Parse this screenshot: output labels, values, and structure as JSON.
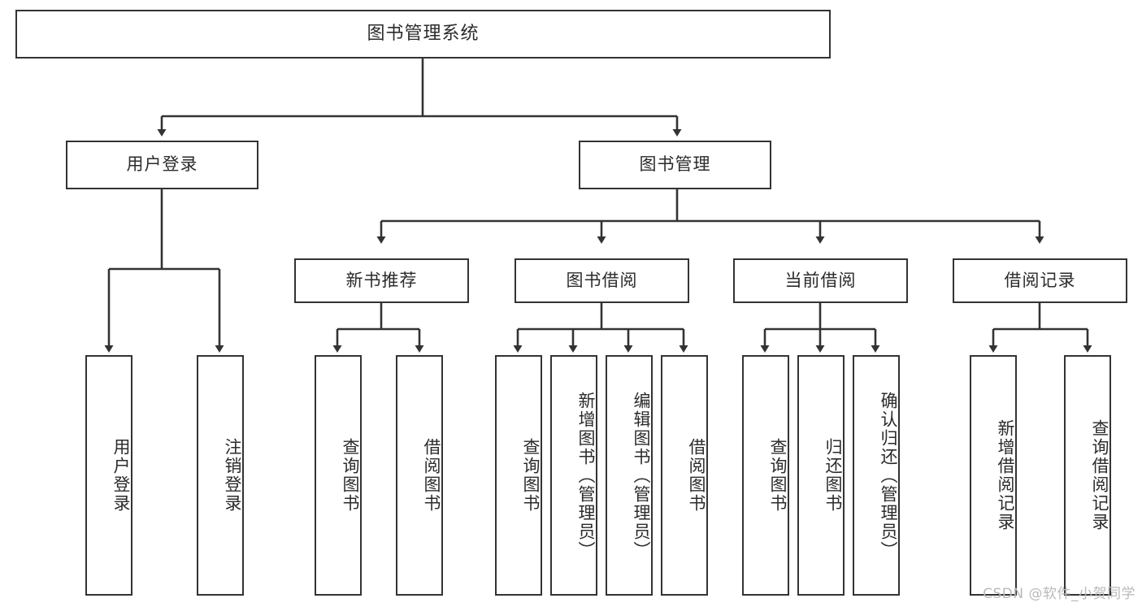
{
  "diagram": {
    "title": "图书管理系统",
    "watermark": "CSDN @软件_小贺同学",
    "stroke_color": "#333333",
    "text_color": "#2b2b2b",
    "background_color": "#ffffff",
    "watermark_color": "#b9b9b9"
  },
  "chart_data": {
    "type": "diagram",
    "subtype": "tree-hierarchy",
    "title": "图书管理系统",
    "orientation": "top-down",
    "levels": 4,
    "nodes": [
      {
        "id": "root",
        "label": "图书管理系统",
        "level": 0,
        "parent": null,
        "orientation": "horizontal"
      },
      {
        "id": "login",
        "label": "用户登录",
        "level": 1,
        "parent": "root",
        "orientation": "horizontal"
      },
      {
        "id": "bookmgmt",
        "label": "图书管理",
        "level": 1,
        "parent": "root",
        "orientation": "horizontal"
      },
      {
        "id": "newbook",
        "label": "新书推荐",
        "level": 2,
        "parent": "bookmgmt",
        "orientation": "horizontal"
      },
      {
        "id": "borrow",
        "label": "图书借阅",
        "level": 2,
        "parent": "bookmgmt",
        "orientation": "horizontal"
      },
      {
        "id": "current",
        "label": "当前借阅",
        "level": 2,
        "parent": "bookmgmt",
        "orientation": "horizontal"
      },
      {
        "id": "record",
        "label": "借阅记录",
        "level": 2,
        "parent": "bookmgmt",
        "orientation": "horizontal"
      },
      {
        "id": "login-in",
        "label": "用户登录",
        "level": 3,
        "parent": "login",
        "orientation": "vertical"
      },
      {
        "id": "login-out",
        "label": "注销登录",
        "level": 3,
        "parent": "login",
        "orientation": "vertical"
      },
      {
        "id": "nb-query",
        "label": "查询图书",
        "level": 3,
        "parent": "newbook",
        "orientation": "vertical"
      },
      {
        "id": "nb-borrow",
        "label": "借阅图书",
        "level": 3,
        "parent": "newbook",
        "orientation": "vertical"
      },
      {
        "id": "bw-query",
        "label": "查询图书",
        "level": 3,
        "parent": "borrow",
        "orientation": "vertical"
      },
      {
        "id": "bw-add",
        "label": "新增图书（管理员）",
        "level": 3,
        "parent": "borrow",
        "orientation": "vertical"
      },
      {
        "id": "bw-edit",
        "label": "编辑图书（管理员）",
        "level": 3,
        "parent": "borrow",
        "orientation": "vertical"
      },
      {
        "id": "bw-borrow",
        "label": "借阅图书",
        "level": 3,
        "parent": "borrow",
        "orientation": "vertical"
      },
      {
        "id": "cur-query",
        "label": "查询图书",
        "level": 3,
        "parent": "current",
        "orientation": "vertical"
      },
      {
        "id": "cur-return",
        "label": "归还图书",
        "level": 3,
        "parent": "current",
        "orientation": "vertical"
      },
      {
        "id": "cur-confirm",
        "label": "确认归还（管理员）",
        "level": 3,
        "parent": "current",
        "orientation": "vertical"
      },
      {
        "id": "rec-add",
        "label": "新增借阅记录",
        "level": 3,
        "parent": "record",
        "orientation": "vertical"
      },
      {
        "id": "rec-query",
        "label": "查询借阅记录",
        "level": 3,
        "parent": "record",
        "orientation": "vertical"
      }
    ],
    "edges": [
      {
        "from": "root",
        "to": "login"
      },
      {
        "from": "root",
        "to": "bookmgmt"
      },
      {
        "from": "bookmgmt",
        "to": "newbook"
      },
      {
        "from": "bookmgmt",
        "to": "borrow"
      },
      {
        "from": "bookmgmt",
        "to": "current"
      },
      {
        "from": "bookmgmt",
        "to": "record"
      },
      {
        "from": "login",
        "to": "login-in"
      },
      {
        "from": "login",
        "to": "login-out"
      },
      {
        "from": "newbook",
        "to": "nb-query"
      },
      {
        "from": "newbook",
        "to": "nb-borrow"
      },
      {
        "from": "borrow",
        "to": "bw-query"
      },
      {
        "from": "borrow",
        "to": "bw-add"
      },
      {
        "from": "borrow",
        "to": "bw-edit"
      },
      {
        "from": "borrow",
        "to": "bw-borrow"
      },
      {
        "from": "current",
        "to": "cur-query"
      },
      {
        "from": "current",
        "to": "cur-return"
      },
      {
        "from": "current",
        "to": "cur-confirm"
      },
      {
        "from": "record",
        "to": "rec-add"
      },
      {
        "from": "record",
        "to": "rec-query"
      }
    ]
  }
}
